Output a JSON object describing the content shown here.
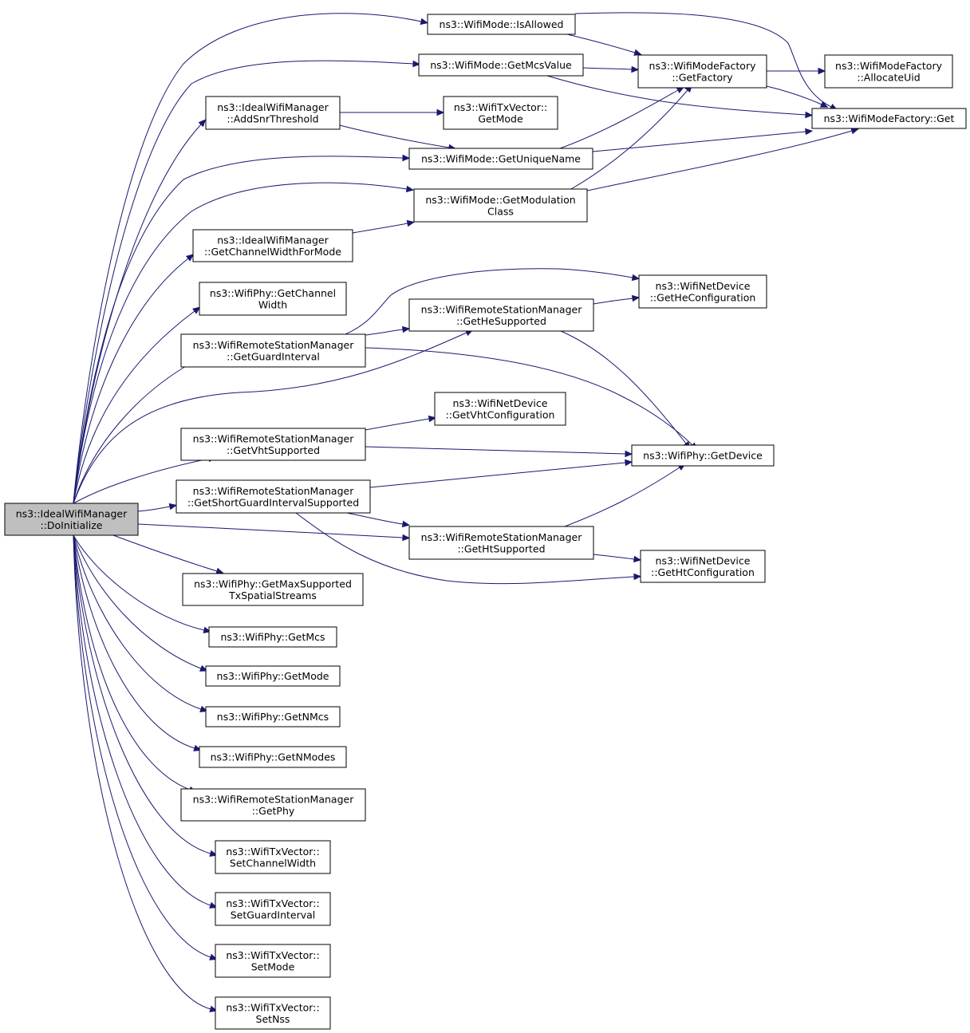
{
  "diagram": {
    "nodes": [
      {
        "id": "root",
        "lines": [
          "ns3::IdealWifiManager",
          "::DoInitialize"
        ],
        "highlight": true
      },
      {
        "id": "isallowed",
        "lines": [
          "ns3::WifiMode::IsAllowed"
        ]
      },
      {
        "id": "getmcsvalue",
        "lines": [
          "ns3::WifiMode::GetMcsValue"
        ]
      },
      {
        "id": "addsnr",
        "lines": [
          "ns3::IdealWifiManager",
          "::AddSnrThreshold"
        ]
      },
      {
        "id": "txv_getmode",
        "lines": [
          "ns3::WifiTxVector::",
          "GetMode"
        ]
      },
      {
        "id": "getuniquename",
        "lines": [
          "ns3::WifiMode::GetUniqueName"
        ]
      },
      {
        "id": "getmodclass",
        "lines": [
          "ns3::WifiMode::GetModulation",
          "Class"
        ]
      },
      {
        "id": "getcwformode",
        "lines": [
          "ns3::IdealWifiManager",
          "::GetChannelWidthForMode"
        ]
      },
      {
        "id": "phy_getcw",
        "lines": [
          "ns3::WifiPhy::GetChannel",
          "Width"
        ]
      },
      {
        "id": "getguard",
        "lines": [
          "ns3::WifiRemoteStationManager",
          "::GetGuardInterval"
        ]
      },
      {
        "id": "hesupported",
        "lines": [
          "ns3::WifiRemoteStationManager",
          "::GetHeSupported"
        ]
      },
      {
        "id": "heconf",
        "lines": [
          "ns3::WifiNetDevice",
          "::GetHeConfiguration"
        ]
      },
      {
        "id": "vhtconf",
        "lines": [
          "ns3::WifiNetDevice",
          "::GetVhtConfiguration"
        ]
      },
      {
        "id": "vhtsupported",
        "lines": [
          "ns3::WifiRemoteStationManager",
          "::GetVhtSupported"
        ]
      },
      {
        "id": "getdevice",
        "lines": [
          "ns3::WifiPhy::GetDevice"
        ]
      },
      {
        "id": "sgisupported",
        "lines": [
          "ns3::WifiRemoteStationManager",
          "::GetShortGuardIntervalSupported"
        ]
      },
      {
        "id": "htsupported",
        "lines": [
          "ns3::WifiRemoteStationManager",
          "::GetHtSupported"
        ]
      },
      {
        "id": "htconf",
        "lines": [
          "ns3::WifiNetDevice",
          "::GetHtConfiguration"
        ]
      },
      {
        "id": "maxss",
        "lines": [
          "ns3::WifiPhy::GetMaxSupported",
          "TxSpatialStreams"
        ]
      },
      {
        "id": "getmcs",
        "lines": [
          "ns3::WifiPhy::GetMcs"
        ]
      },
      {
        "id": "phy_getmode",
        "lines": [
          "ns3::WifiPhy::GetMode"
        ]
      },
      {
        "id": "getnmcs",
        "lines": [
          "ns3::WifiPhy::GetNMcs"
        ]
      },
      {
        "id": "getnmodes",
        "lines": [
          "ns3::WifiPhy::GetNModes"
        ]
      },
      {
        "id": "getphy",
        "lines": [
          "ns3::WifiRemoteStationManager",
          "::GetPhy"
        ]
      },
      {
        "id": "setcw",
        "lines": [
          "ns3::WifiTxVector::",
          "SetChannelWidth"
        ]
      },
      {
        "id": "setgi",
        "lines": [
          "ns3::WifiTxVector::",
          "SetGuardInterval"
        ]
      },
      {
        "id": "setmode",
        "lines": [
          "ns3::WifiTxVector::",
          "SetMode"
        ]
      },
      {
        "id": "setnss",
        "lines": [
          "ns3::WifiTxVector::",
          "SetNss"
        ]
      },
      {
        "id": "factory_getfactory",
        "lines": [
          "ns3::WifiModeFactory",
          "::GetFactory"
        ]
      },
      {
        "id": "allocateuid",
        "lines": [
          "ns3::WifiModeFactory",
          "::AllocateUid"
        ]
      },
      {
        "id": "factory_get",
        "lines": [
          "ns3::WifiModeFactory::Get"
        ]
      }
    ],
    "edges": [
      [
        "root",
        "isallowed"
      ],
      [
        "root",
        "getmcsvalue"
      ],
      [
        "root",
        "addsnr"
      ],
      [
        "root",
        "getuniquename"
      ],
      [
        "root",
        "getmodclass"
      ],
      [
        "root",
        "getcwformode"
      ],
      [
        "root",
        "phy_getcw"
      ],
      [
        "root",
        "getguard"
      ],
      [
        "root",
        "hesupported"
      ],
      [
        "root",
        "vhtsupported"
      ],
      [
        "root",
        "sgisupported"
      ],
      [
        "root",
        "htsupported"
      ],
      [
        "root",
        "maxss"
      ],
      [
        "root",
        "getmcs"
      ],
      [
        "root",
        "phy_getmode"
      ],
      [
        "root",
        "getnmcs"
      ],
      [
        "root",
        "getnmodes"
      ],
      [
        "root",
        "getphy"
      ],
      [
        "root",
        "setcw"
      ],
      [
        "root",
        "setgi"
      ],
      [
        "root",
        "setmode"
      ],
      [
        "root",
        "setnss"
      ],
      [
        "isallowed",
        "factory_getfactory"
      ],
      [
        "isallowed",
        "factory_get"
      ],
      [
        "getmcsvalue",
        "factory_getfactory"
      ],
      [
        "getmcsvalue",
        "factory_get"
      ],
      [
        "addsnr",
        "txv_getmode"
      ],
      [
        "addsnr",
        "getuniquename"
      ],
      [
        "getuniquename",
        "factory_getfactory"
      ],
      [
        "getuniquename",
        "factory_get"
      ],
      [
        "getmodclass",
        "factory_getfactory"
      ],
      [
        "getmodclass",
        "factory_get"
      ],
      [
        "getcwformode",
        "getmodclass"
      ],
      [
        "getguard",
        "heconf"
      ],
      [
        "getguard",
        "hesupported"
      ],
      [
        "getguard",
        "getdevice"
      ],
      [
        "hesupported",
        "heconf"
      ],
      [
        "hesupported",
        "getdevice"
      ],
      [
        "vhtsupported",
        "vhtconf"
      ],
      [
        "vhtsupported",
        "getdevice"
      ],
      [
        "sgisupported",
        "getdevice"
      ],
      [
        "sgisupported",
        "htsupported"
      ],
      [
        "sgisupported",
        "htconf"
      ],
      [
        "htsupported",
        "getdevice"
      ],
      [
        "htsupported",
        "htconf"
      ],
      [
        "factory_getfactory",
        "allocateuid"
      ],
      [
        "factory_getfactory",
        "factory_get"
      ]
    ]
  }
}
